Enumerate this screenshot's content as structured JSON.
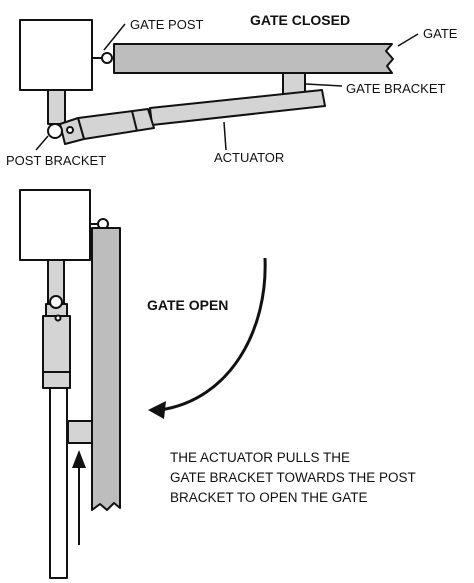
{
  "closed_view": {
    "title": "GATE CLOSED",
    "labels": {
      "gate_post": "GATE POST",
      "gate": "GATE",
      "gate_bracket": "GATE BRACKET",
      "post_bracket": "POST BRACKET",
      "actuator": "ACTUATOR"
    }
  },
  "open_view": {
    "title": "GATE OPEN",
    "explanation": [
      "THE ACTUATOR PULLS THE",
      "GATE BRACKET TOWARDS THE POST",
      "BRACKET TO OPEN THE GATE"
    ]
  },
  "colors": {
    "stroke": "#111111",
    "metal": "#d4d4d4",
    "gate_fill": "#bdbdbd",
    "post_fill": "#ffffff"
  }
}
